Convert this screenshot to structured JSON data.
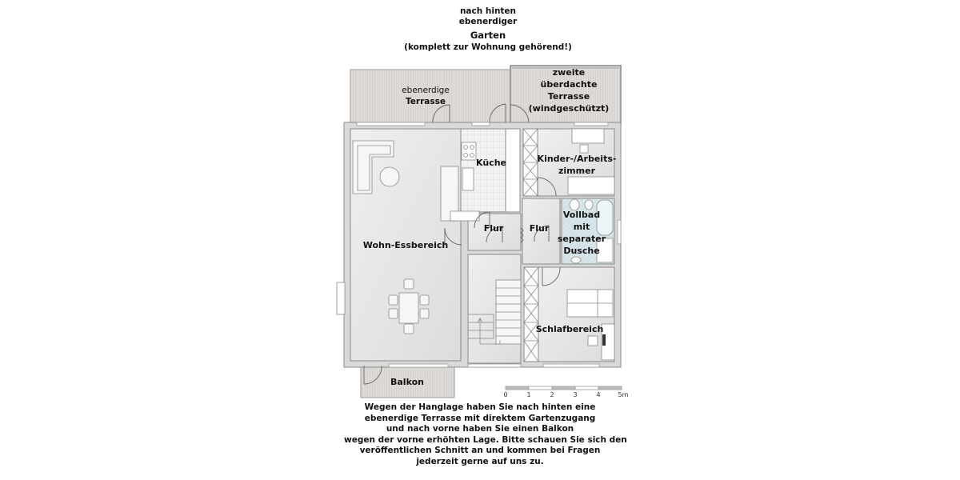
{
  "header": {
    "line1": "nach hinten",
    "line2": "ebenerdiger",
    "line3": "Garten",
    "line4": "(komplett zur Wohnung gehörend!)"
  },
  "rooms": {
    "terrace1": [
      "ebenerdige",
      "Terrasse"
    ],
    "terrace2": [
      "zweite",
      "überdachte",
      "Terrasse",
      "(windgeschützt)"
    ],
    "kitchen": "Küche",
    "kids": [
      "Kinder-/Arbeits-",
      "zimmer"
    ],
    "hall1": "Flur",
    "hall2": "Flur",
    "bath": [
      "Vollbad",
      "mit",
      "separater",
      "Dusche"
    ],
    "living": "Wohn-Essbereich",
    "bedroom": "Schlafbereich",
    "balcony": "Balkon"
  },
  "scale": {
    "ticks": [
      "0",
      "1",
      "2",
      "3",
      "4",
      "5m"
    ]
  },
  "footer": {
    "lines": [
      "Wegen der Hanglage haben Sie nach hinten eine",
      "ebenerdige Terrasse mit direktem Gartenzugang",
      "und nach vorne haben Sie einen Balkon",
      "wegen der vorne erhöhten Lage. Bitte schauen Sie sich den",
      "veröffentlichen Schnitt an und kommen bei Fragen",
      "jederzeit gerne auf uns zu."
    ]
  },
  "colors": {
    "wall": "#d9d9d9",
    "wall_line": "#8a8a8a",
    "floor": "#e6e6e6",
    "terrace": "#ddd9d6",
    "bath_tile": "#d7e6ea"
  }
}
